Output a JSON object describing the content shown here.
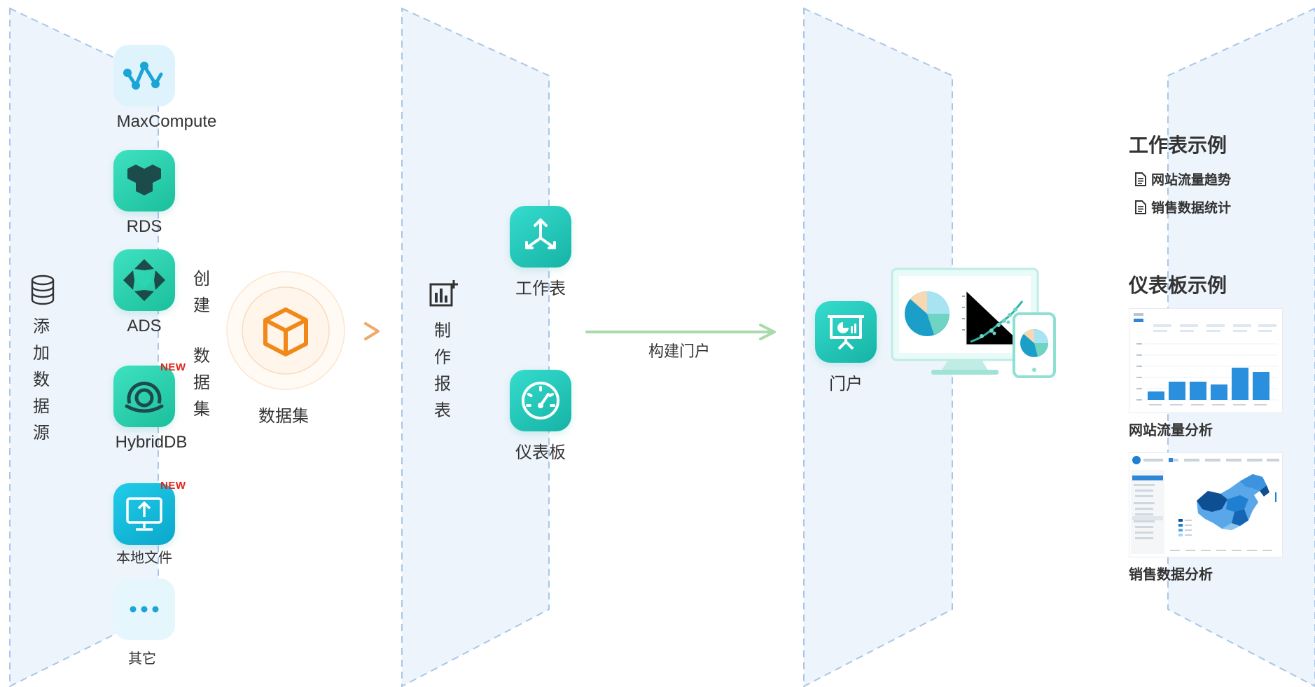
{
  "sources": {
    "panel_label": [
      "添",
      "加",
      "数",
      "据",
      "源"
    ],
    "items": [
      {
        "label": "MaxCompute",
        "icon": "maxcompute-icon"
      },
      {
        "label": "RDS",
        "icon": "rds-icon"
      },
      {
        "label": "ADS",
        "icon": "ads-icon"
      },
      {
        "label": "HybridDB",
        "icon": "hybriddb-icon",
        "badge": "NEW"
      },
      {
        "label": "本地文件",
        "icon": "local-file-upload-icon",
        "badge": "NEW"
      },
      {
        "label": "其它",
        "icon": "more-icon"
      }
    ]
  },
  "dataset": {
    "create_label": [
      "创",
      "建",
      "数",
      "据",
      "集"
    ],
    "label": "数据集",
    "icon": "cube-icon",
    "accent": "#f5a623"
  },
  "reports": {
    "panel_label": [
      "制",
      "作",
      "报",
      "表"
    ],
    "worksheet": {
      "label": "工作表",
      "icon": "worksheet-icon"
    },
    "dashboard": {
      "label": "仪表板",
      "icon": "gauge-icon"
    }
  },
  "portal": {
    "arrow_label": "构建门户",
    "label": "门户",
    "icon": "presentation-board-icon",
    "arrow_color": "#8fd19a"
  },
  "examples": {
    "worksheet_title": "工作表示例",
    "worksheet_items": [
      "网站流量趋势",
      "销售数据统计"
    ],
    "dashboard_title": "仪表板示例",
    "dashboard_items": [
      {
        "caption": "网站流量分析",
        "thumb": "bar-chart-dashboard-thumbnail"
      },
      {
        "caption": "销售数据分析",
        "thumb": "china-map-dashboard-thumbnail"
      }
    ]
  },
  "colors": {
    "panel_fill": "#edf4fb",
    "panel_border": "#a9c6e8",
    "teal": "#1fc3a2",
    "cyan": "#13b3d8"
  }
}
